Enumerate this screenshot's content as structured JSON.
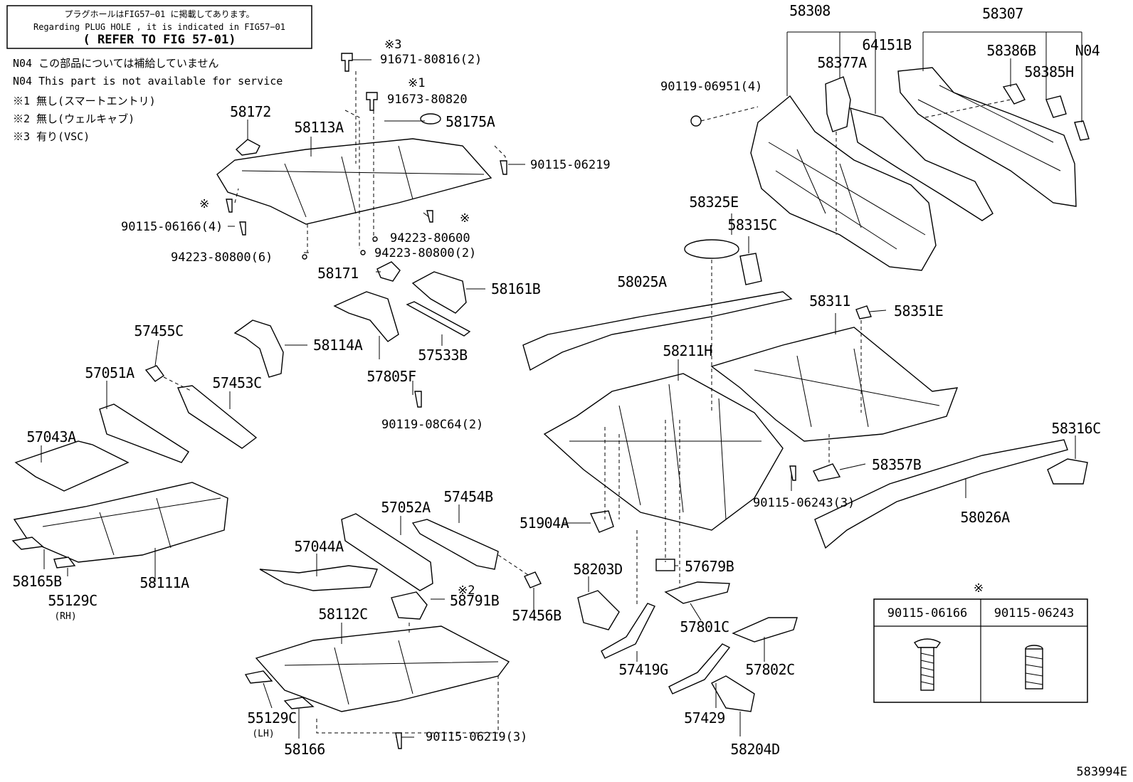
{
  "notice": {
    "line_jp": "プラグホールはFIG57−01 に掲載してあります。",
    "line_en": "Regarding PLUG HOLE , it is indicated in FIG57−01",
    "refer": "( REFER TO FIG 57-01)"
  },
  "notes": [
    "N04 この部品については補給していません",
    "N04 This part is not available for service",
    "※1 無し(スマートエントリ)",
    "※2 無し(ウェルキャブ)",
    "※3 有り(VSC)"
  ],
  "parts": {
    "p58308": "58308",
    "p58307": "58307",
    "p64151B": "64151B",
    "p58377A": "58377A",
    "p58386B": "58386B",
    "pN04": "N04",
    "p58385H": "58385H",
    "p90119_06951": "90119-06951(4)",
    "p91671": "91671-80816(2)",
    "m3": "※3",
    "m1": "※1",
    "p91673": "91673-80820",
    "p58175A": "58175A",
    "p58172": "58172",
    "p58113A": "58113A",
    "p90115_06219": "90115-06219",
    "mx1": "※",
    "p90115_06166": "90115-06166(4)",
    "mx2": "※",
    "p94223_80600": "94223-80600",
    "p94223_80800_6": "94223-80800(6)",
    "p94223_80800_2": "94223-80800(2)",
    "p58171": "58171",
    "p58161B": "58161B",
    "p58325E": "58325E",
    "p58315C": "58315C",
    "p58025A": "58025A",
    "p58311": "58311",
    "p58351E": "58351E",
    "p57455C": "57455C",
    "p58114A": "58114A",
    "p57533B": "57533B",
    "p57051A": "57051A",
    "p57453C": "57453C",
    "p57805F": "57805F",
    "p58211H": "58211H",
    "p90119_08C64": "90119-08C64(2)",
    "p57043A": "57043A",
    "p58316C": "58316C",
    "p58357B": "58357B",
    "p90115_06243": "90115-06243(3)",
    "p58026A": "58026A",
    "p57052A": "57052A",
    "p57454B": "57454B",
    "p51904A": "51904A",
    "p57044A": "57044A",
    "p58203D": "58203D",
    "p57679B": "57679B",
    "p58165B": "58165B",
    "p58111A": "58111A",
    "p55129C_rh": "55129C",
    "rh": "(RH)",
    "m2": "※2",
    "p58791B": "58791B",
    "p57456B": "57456B",
    "p58112C": "58112C",
    "p57801C": "57801C",
    "p57419G": "57419G",
    "p57802C": "57802C",
    "p57429": "57429",
    "p55129C_lh": "55129C",
    "lh": "(LH)",
    "p58166": "58166",
    "p90115_06219_3": "90115-06219(3)",
    "p58204D": "58204D"
  },
  "legend": {
    "mark": "※",
    "col1": "90115-06166",
    "col2": "90115-06243"
  },
  "figure_id": "583994E"
}
